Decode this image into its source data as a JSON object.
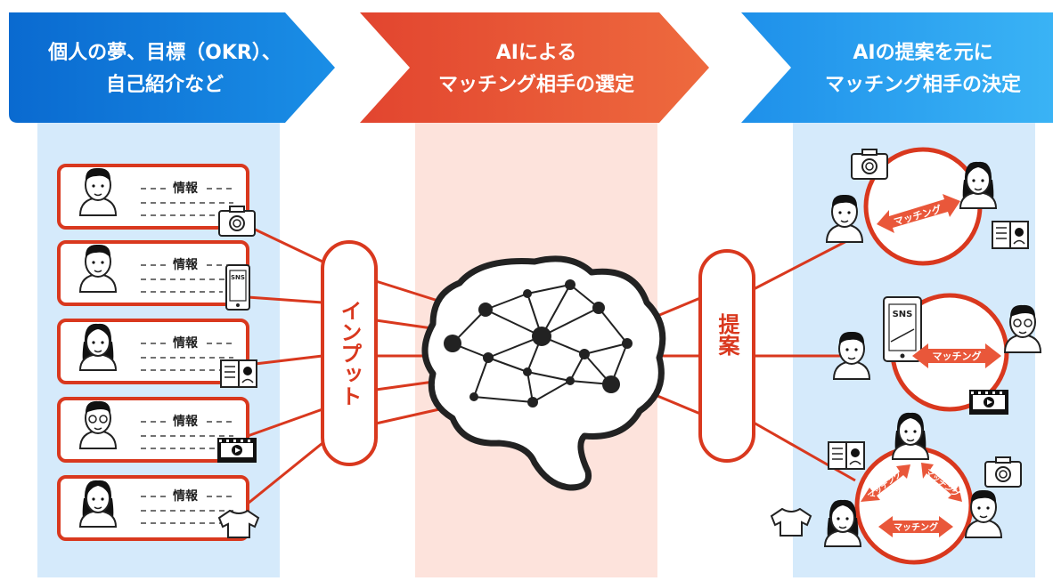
{
  "headers": {
    "step1_line1": "個人の夢、目標（OKR）、",
    "step1_line2": "自己紹介など",
    "step2_line1": "AIによる",
    "step2_line2": "マッチング相手の選定",
    "step3_line1": "AIの提案を元に",
    "step3_line2": "マッチング相手の決定"
  },
  "profiles": [
    {
      "info_label": "情報",
      "icon": "camera-icon"
    },
    {
      "info_label": "情報",
      "icon": "sns-phone-icon",
      "icon_text": "SNS"
    },
    {
      "info_label": "情報",
      "icon": "profile-document-icon"
    },
    {
      "info_label": "情報",
      "icon": "video-film-icon"
    },
    {
      "info_label": "情報",
      "icon": "tshirt-icon"
    }
  ],
  "input_label": "インプット",
  "propose_label": "提案",
  "matches": [
    {
      "arrow_label": "マッチング",
      "icons": [
        "camera-icon",
        "profile-document-icon"
      ]
    },
    {
      "arrow_label": "マッチング",
      "icons": [
        "sns-phone-icon",
        "video-film-icon"
      ],
      "sns_text": "SNS"
    },
    {
      "arrow_labels": [
        "マッチング",
        "マッチング",
        "マッチング"
      ],
      "icons": [
        "profile-document-icon",
        "camera-icon",
        "tshirt-icon"
      ]
    }
  ],
  "colors": {
    "blue_dark": "#0b74d6",
    "blue_light": "#3aa7f0",
    "orange": "#e9573a",
    "red_line": "#d9381e",
    "light_blue_bg": "#d5eafb",
    "pink_bg": "#fde3dc"
  }
}
